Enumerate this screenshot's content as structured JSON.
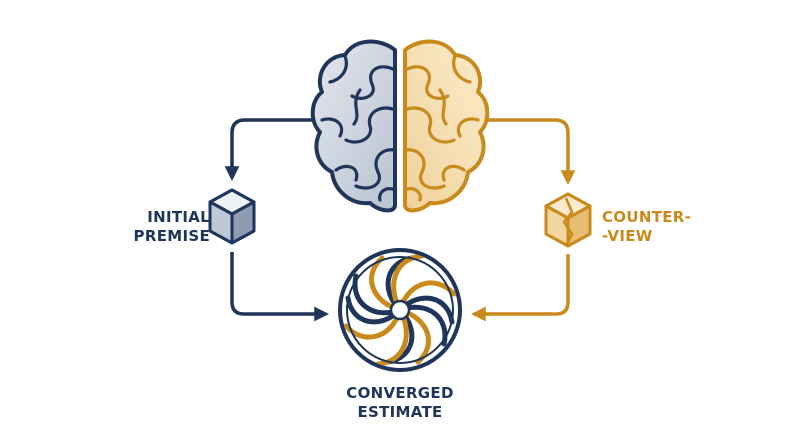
{
  "labels": {
    "initial_premise": [
      "INITIAL",
      "PREMISE"
    ],
    "counter_view": [
      "COUNTER-",
      "-VIEW"
    ],
    "converged_estimate": [
      "CONVERGED",
      "ESTIMATE"
    ]
  },
  "icons": {
    "left_hemisphere": "brain-left-hemisphere-icon",
    "right_hemisphere": "brain-right-hemisphere-icon",
    "premise": "solid-cube-icon",
    "counter": "cracked-cube-icon",
    "result": "woven-spiral-icon"
  },
  "colors": {
    "navy": "#1f3559",
    "gold": "#c98a1c",
    "navy_fill": "#c5ccd8",
    "gold_fill": "#f2dcae"
  }
}
